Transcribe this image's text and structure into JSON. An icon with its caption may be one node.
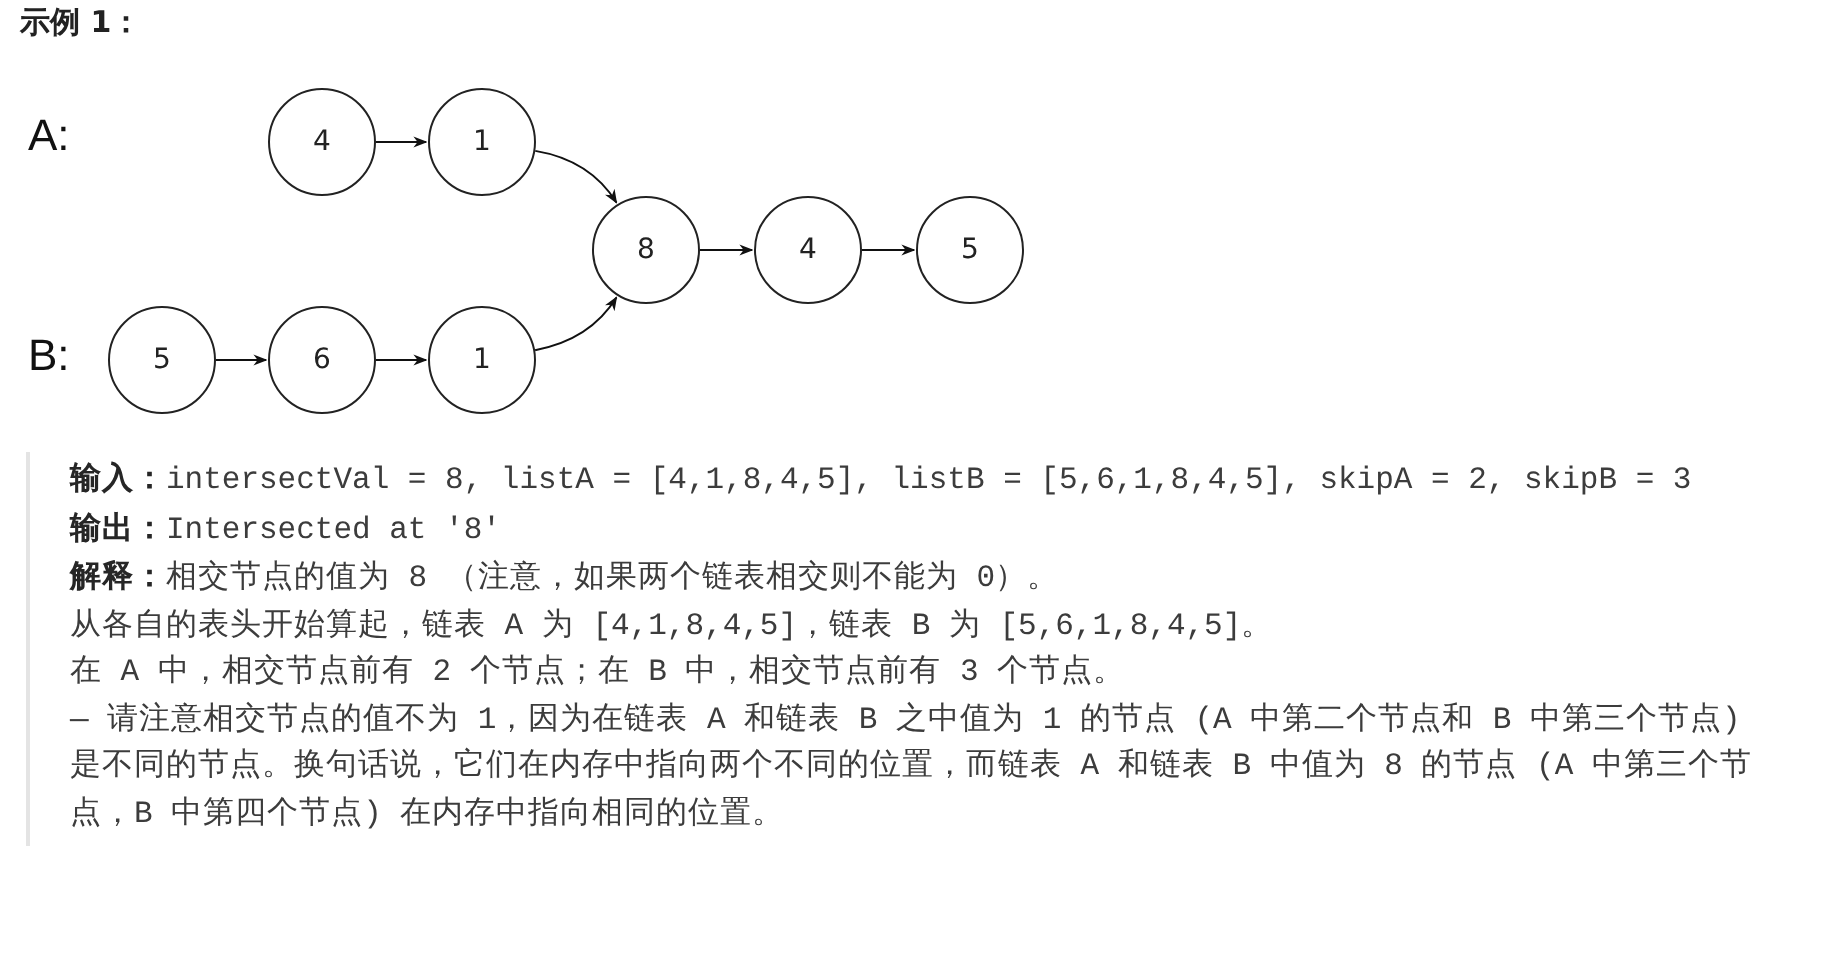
{
  "diagram": {
    "title": "示例 1：",
    "nodes": [
      {
        "text": [
          "4"
        ]
      },
      {
        "text": [
          "1"
        ]
      },
      {
        "text": [
          "8"
        ]
      },
      {
        "text": [
          "4"
        ]
      },
      {
        "text": [
          "5"
        ]
      },
      {
        "text": [
          "5"
        ]
      },
      {
        "text": [
          "6"
        ]
      },
      {
        "text": [
          "1"
        ]
      }
    ],
    "edges": [
      {
        "from": 0,
        "to": 1,
        "arrow": "to"
      },
      {
        "from": 1,
        "to": 2,
        "arrow": "to"
      },
      {
        "from": 2,
        "to": 3,
        "arrow": "to"
      },
      {
        "from": 3,
        "to": 4,
        "arrow": "to"
      },
      {
        "from": 5,
        "to": 6,
        "arrow": "to"
      },
      {
        "from": 6,
        "to": 7,
        "arrow": "to"
      },
      {
        "from": 7,
        "to": 2,
        "arrow": "to"
      }
    ],
    "labels": [
      "A:",
      "B:",
      "**输入：**intersectVal = 8, listA = [4,1,8,4,5], listB = [5,6,1,8,4,5], skipA = 2, skipB = 3",
      "**输出：**Intersected at '8'",
      "**解释：**相交节点的值为 8 （注意，如果两个链表相交则不能为 0）。",
      "从各自的表头开始算起，链表 A 为 [4,1,8,4,5]，链表 B 为 [5,6,1,8,4,5]。",
      "在 A 中，相交节点前有 2 个节点；在 B 中，相交节点前有 3 个节点。",
      "— 请注意相交节点的值不为 1，因为在链表 A 和链表 B 之中值为 1 的节点 (A 中第二个节点和 B 中第三个节点) 是不同的节点。换句话说，它们在内存中指向两个不同的位置，而链表 A 和链表 B 中值为 8 的节点 (A 中第三个节点，B 中第四个节点) 在内存中指向相同的位置。"
    ]
  }
}
